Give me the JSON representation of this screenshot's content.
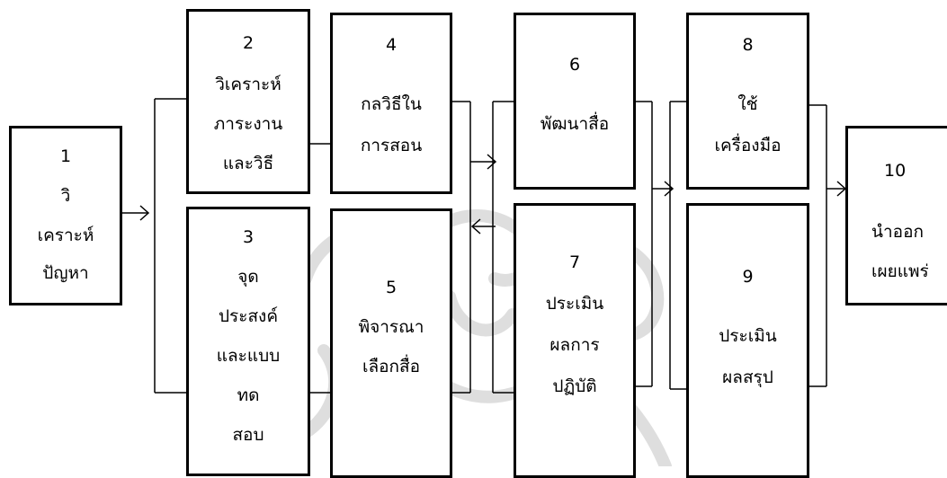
{
  "steps": [
    {
      "id": "1",
      "lines": [
        "1",
        "วิ",
        "เคราะห์",
        "ปัญหา"
      ]
    },
    {
      "id": "2",
      "lines": [
        "2",
        "วิเคราะห์",
        "ภาระงาน",
        "และวิธี"
      ]
    },
    {
      "id": "3",
      "lines": [
        "3",
        "จุด",
        "ประสงค์",
        "และแบบ",
        "ทด",
        "สอบ"
      ]
    },
    {
      "id": "4",
      "lines": [
        "4",
        "กลวิธีใน",
        "การสอน"
      ]
    },
    {
      "id": "5",
      "lines": [
        "5",
        "พิจารณา",
        "เลือกสื่อ"
      ]
    },
    {
      "id": "6",
      "lines": [
        "6",
        "พัฒนาสื่อ"
      ]
    },
    {
      "id": "7",
      "lines": [
        "7",
        "ประเมิน",
        "ผลการ",
        "ปฏิบัติ"
      ]
    },
    {
      "id": "8",
      "lines": [
        "8",
        "ใช้",
        "เครื่องมือ"
      ]
    },
    {
      "id": "9",
      "lines": [
        "9",
        "ประเมิน",
        "ผลสรุป"
      ]
    },
    {
      "id": "10",
      "lines": [
        "10",
        "นำออก",
        "เผยแพร่"
      ]
    }
  ]
}
